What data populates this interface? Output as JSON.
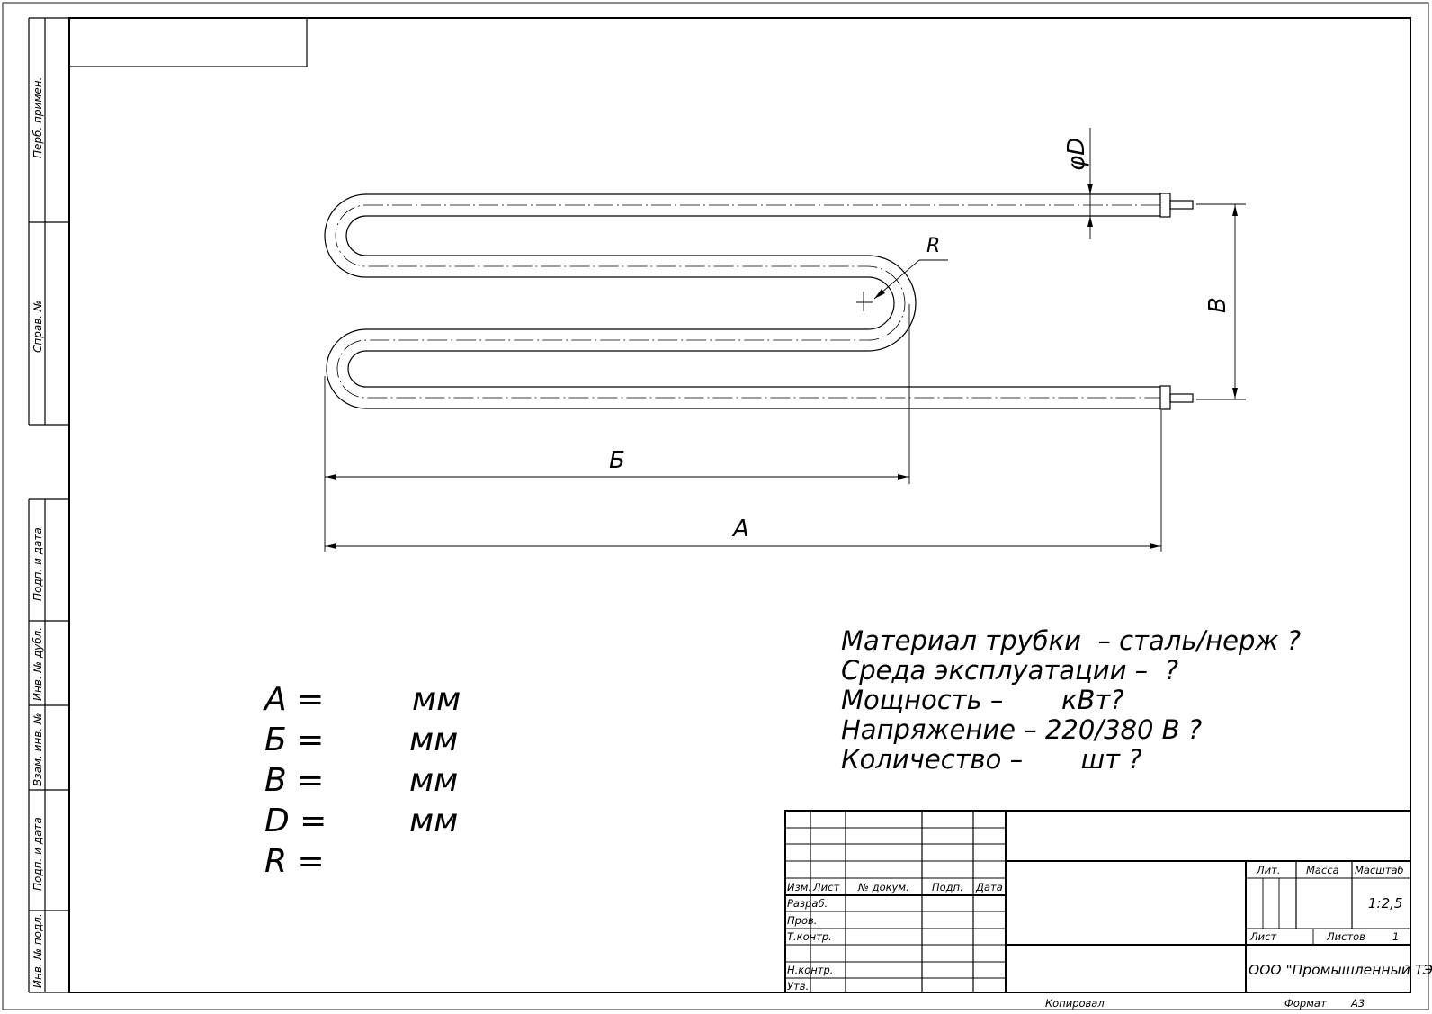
{
  "sidebar": {
    "perv_primen": "Перб. примен.",
    "sprav_no": "Справ. №",
    "podp_data_1": "Подп. и дата",
    "inv_dubl": "Инв. № дубл.",
    "vzam_inv": "Взам. инв. №",
    "podp_data_2": "Подп. и дата",
    "inv_podl": "Инв. № подл."
  },
  "dimensions": {
    "diameter": "φD",
    "radius": "R",
    "b_vert": "В",
    "b_cyr": "Б",
    "a": "А"
  },
  "variables": [
    {
      "name": "А =",
      "unit": "мм"
    },
    {
      "name": "Б =",
      "unit": "мм"
    },
    {
      "name": "В =",
      "unit": "мм"
    },
    {
      "name": "D =",
      "unit": "мм"
    },
    {
      "name": "R =",
      "unit": ""
    }
  ],
  "specs": [
    "Материал трубки  – сталь/нерж ?",
    "Среда эксплуатации –  ?",
    "Мощность –       кВт?",
    "Напряжение – 220/380 В ?",
    "Количество –       шт ?"
  ],
  "title_block": {
    "izm": "Изм.",
    "list": "Лист",
    "doc_no": "№ докум.",
    "podp": "Подп.",
    "data": "Дата",
    "razrab": "Разраб.",
    "prov": "Пров.",
    "tkontr": "Т.контр.",
    "nkontr": "Н.контр.",
    "utv": "Утв.",
    "lit": "Лит.",
    "massa": "Масса",
    "masshtab": "Масштаб",
    "scale_value": "1:2,5",
    "list_lbl": "Лист",
    "listov_lbl": "Листов",
    "listov_value": "1",
    "company": "ООО \"Промышленный ТЭН\"",
    "kopiroval": "Копировал",
    "format_lbl": "Формат",
    "format_value": "А3"
  }
}
